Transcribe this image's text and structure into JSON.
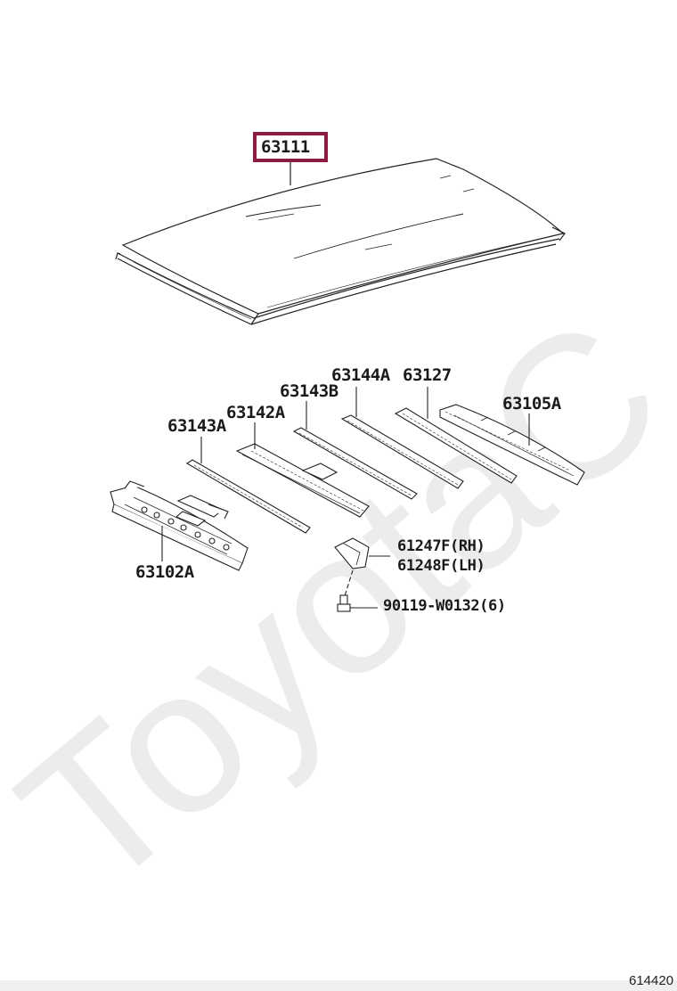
{
  "watermark": "ToyotaC",
  "highlighted_part": "63111",
  "parts": {
    "roof_panel": "63111",
    "front_header": "63102A",
    "bow_a": "63143A",
    "bow_reinforce": "63142A",
    "bow_b": "63143B",
    "bow_center": "63144A",
    "bow_rear": "63127",
    "rear_header": "63105A",
    "bracket_rh": "61247F(RH)",
    "bracket_lh": "61248F(LH)",
    "bolt": "90119-W0132(6)"
  },
  "figure_number": "614420"
}
